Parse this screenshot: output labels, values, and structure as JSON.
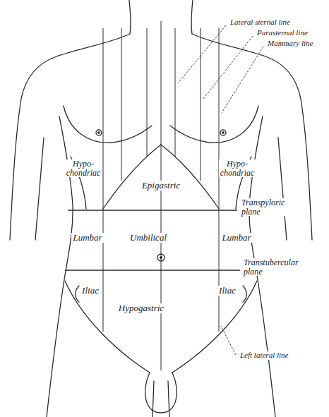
{
  "diagram": {
    "labels": [
      "Lateral sternal line",
      "Parasternal line",
      "Mammary line",
      "Hypo- chondriac",
      "Epigastric",
      "Hypo- chondriac",
      "Transpyloric plane",
      "Lumbar",
      "Umbilical",
      "Lumbar",
      "Transtubercular plane",
      "Iliac",
      "Hypogastric",
      "Iliac",
      "Left lateral line"
    ]
  }
}
